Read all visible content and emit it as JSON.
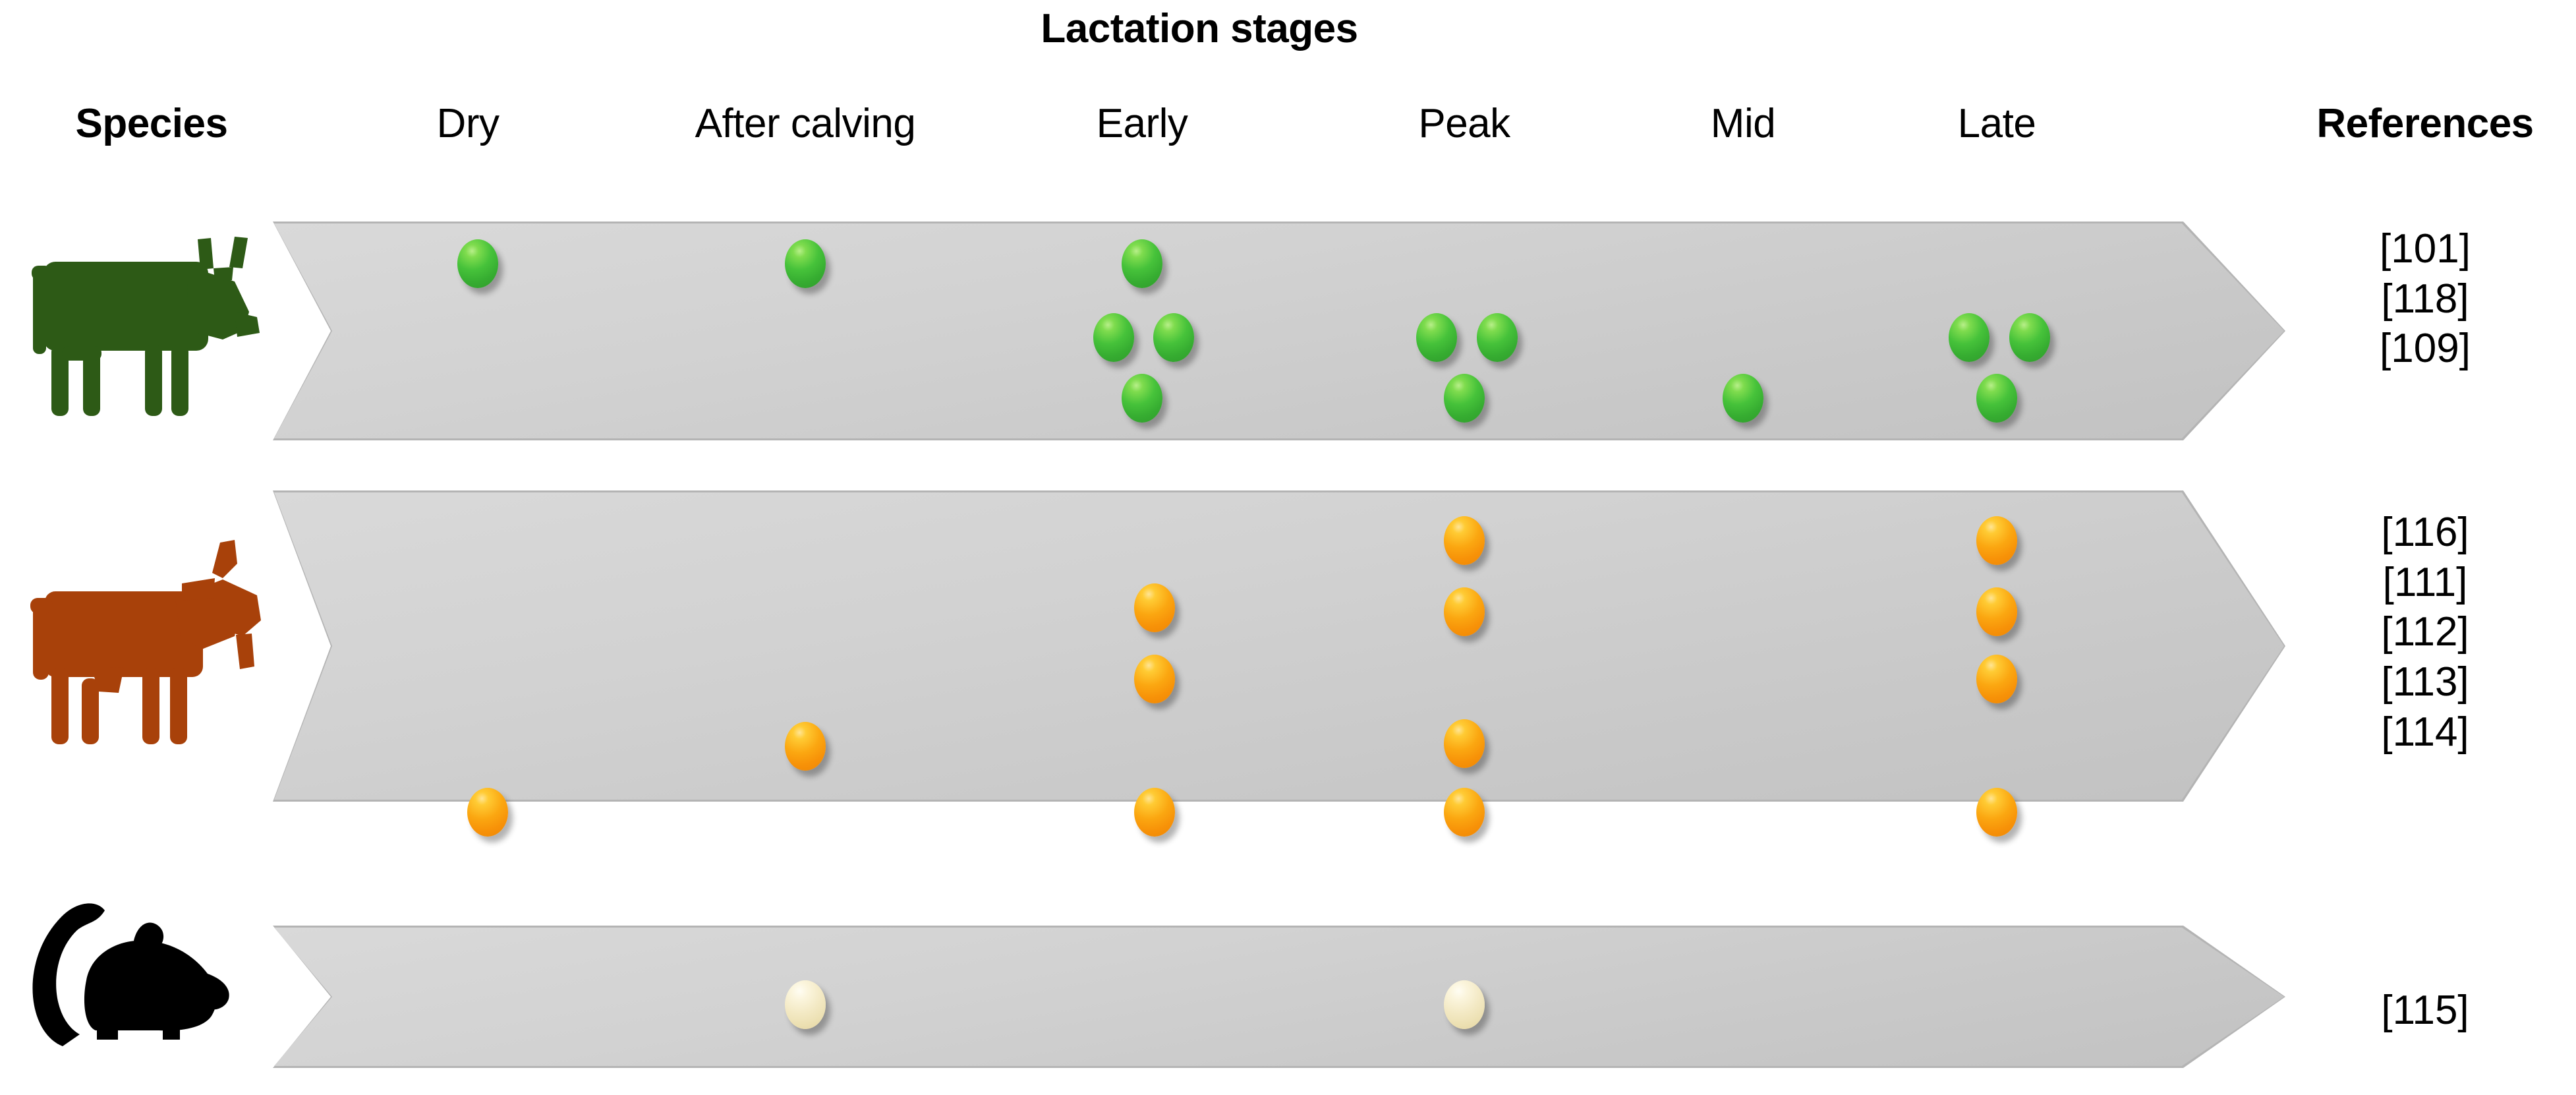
{
  "figure": {
    "group_title": "Lactation stages",
    "species_header": "Species",
    "references_header": "References",
    "stage_headers": [
      "Dry",
      "After calving",
      "Early",
      "Peak",
      "Mid",
      "Late"
    ],
    "colors": {
      "band_fill": "#d2d2d2",
      "band_edge": "#b4b4b4",
      "cow_icon": "#2d5a16",
      "goat_icon": "#a8410a",
      "mouse_icon": "#000000",
      "dot_green": "#44c03a",
      "dot_orange": "#fba711",
      "dot_cream": "#f3e9c4",
      "text": "#000000",
      "background": "#ffffff"
    }
  },
  "chart_data": {
    "type": "table",
    "title": "Lactation stages",
    "xlabel": "Lactation stages",
    "ylabel": "Species",
    "categories": [
      "Dry",
      "After calving",
      "Early",
      "Peak",
      "Mid",
      "Late"
    ],
    "legend": [
      {
        "name": "Cow",
        "color": "#44c03a",
        "marker": "green sphere"
      },
      {
        "name": "Goat",
        "color": "#fba711",
        "marker": "orange sphere"
      },
      {
        "name": "Mouse",
        "color": "#f3e9c4",
        "marker": "cream sphere"
      }
    ],
    "series": [
      {
        "name": "Cow",
        "icon": "cow-icon",
        "color": "#44c03a",
        "values": [
          1,
          1,
          4,
          3,
          1,
          3
        ],
        "references": [
          "[101]",
          "[118]",
          "[109]"
        ]
      },
      {
        "name": "Goat",
        "icon": "goat-icon",
        "color": "#fba711",
        "values": [
          1,
          1,
          3,
          4,
          0,
          4
        ],
        "references": [
          "[116]",
          "[111]",
          "[112]",
          "[113]",
          "[114]"
        ]
      },
      {
        "name": "Mouse",
        "icon": "mouse-icon",
        "color": "#f3e9c4",
        "values": [
          0,
          1,
          0,
          1,
          0,
          0
        ],
        "references": [
          "[115]"
        ]
      }
    ]
  },
  "rows": [
    {
      "species": "Cow",
      "icon": "cow-icon",
      "dot_color": "green",
      "references": [
        "[101]",
        "[118]",
        "[109]"
      ]
    },
    {
      "species": "Goat",
      "icon": "goat-icon",
      "dot_color": "orange",
      "references": [
        "[116]",
        "[111]",
        "[112]",
        "[113]",
        "[114]"
      ]
    },
    {
      "species": "Mouse",
      "icon": "mouse-icon",
      "dot_color": "cream",
      "references": [
        "[115]"
      ]
    }
  ],
  "headers": {
    "species": "Species",
    "dry": "Dry",
    "after_calving": "After calving",
    "early": "Early",
    "peak": "Peak",
    "mid": "Mid",
    "late": "Late",
    "references": "References",
    "lactation_stages": "Lactation stages"
  },
  "refs": {
    "cow_0": "[101]",
    "cow_1": "[118]",
    "cow_2": "[109]",
    "goat_0": "[116]",
    "goat_1": "[111]",
    "goat_2": "[112]",
    "goat_3": "[113]",
    "goat_4": "[114]",
    "mouse_0": "[115]"
  }
}
